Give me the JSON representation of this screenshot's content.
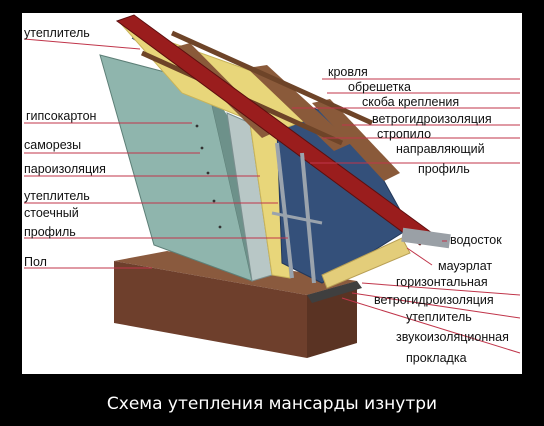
{
  "labels_left": {
    "insulation_top": "утеплитель",
    "drywall": "гипсокартон",
    "screws": "саморезы",
    "vapor_barrier": "пароизоляция",
    "insulation": "утеплитель",
    "rack_profile_1": "стоечный",
    "rack_profile_2": "профиль",
    "floor": "Пол"
  },
  "labels_right": {
    "roofing": "кровля",
    "battens": "обрешетка",
    "bracket": "скоба крепления",
    "wind_barrier": "ветрогидроизоляция",
    "rafter": "стропило",
    "guide_profile_1": "направляющий",
    "guide_profile_2": "профиль",
    "gutter": "водосток",
    "wall_plate": "мауэрлат",
    "horizontal": "горизонтальная",
    "wind_barrier_2": "ветрогидроизоляция",
    "insulation_2": "утеплитель",
    "sound_insulation": "звукоизоляционная",
    "gasket": "прокладка"
  },
  "caption": "Схема утепления мансарды изнутри",
  "colors": {
    "line": "#c0354a",
    "drywall": "#8fb5ad",
    "membrane": "#34507a",
    "insulation": "#e8d67a",
    "wood": "#8a5a3a",
    "roof": "#9a1d1d",
    "floor": "#7a4a35"
  }
}
